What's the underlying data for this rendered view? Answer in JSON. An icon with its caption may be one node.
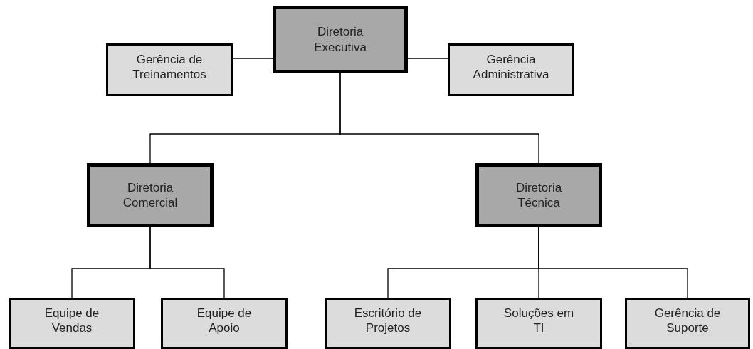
{
  "diagram": {
    "nodes": [
      {
        "text": [
          "Diretoria Executiva"
        ]
      },
      {
        "text": [
          "Gerência de Treinamentos"
        ]
      },
      {
        "text": [
          "Gerência Administrativa"
        ]
      },
      {
        "text": [
          "Diretoria Comercial"
        ]
      },
      {
        "text": [
          "Diretoria Técnica"
        ]
      },
      {
        "text": [
          "Equipe de Vendas"
        ]
      },
      {
        "text": [
          "Equipe de Apoio"
        ]
      },
      {
        "text": [
          "Escritório de Projetos"
        ]
      },
      {
        "text": [
          "Soluções em TI"
        ]
      },
      {
        "text": [
          "Gerência de Suporte"
        ]
      }
    ],
    "edges": [
      {
        "from": 0,
        "to": 1,
        "arrow": "none"
      },
      {
        "from": 0,
        "to": 2,
        "arrow": "none"
      },
      {
        "from": 0,
        "to": 3,
        "arrow": "none"
      },
      {
        "from": 0,
        "to": 4,
        "arrow": "none"
      },
      {
        "from": 3,
        "to": 5,
        "arrow": "none"
      },
      {
        "from": 3,
        "to": 6,
        "arrow": "none"
      },
      {
        "from": 4,
        "to": 7,
        "arrow": "none"
      },
      {
        "from": 4,
        "to": 8,
        "arrow": "none"
      },
      {
        "from": 4,
        "to": 9,
        "arrow": "none"
      }
    ]
  }
}
